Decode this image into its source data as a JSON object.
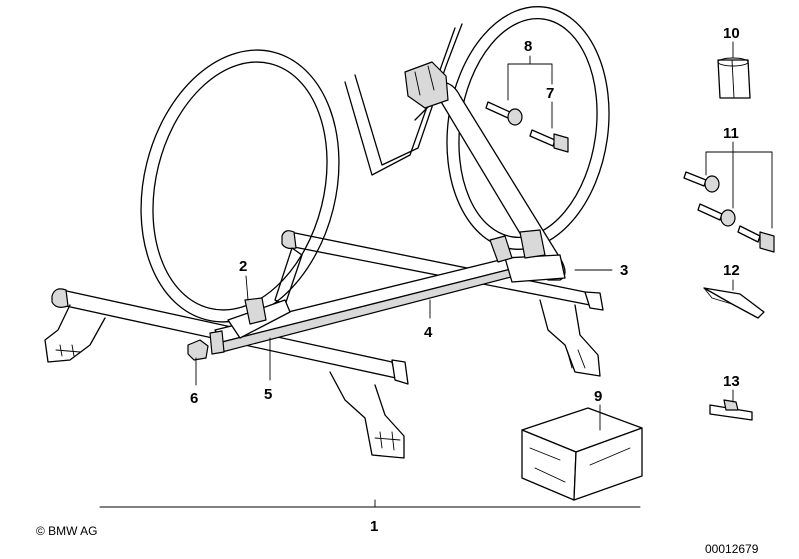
{
  "callouts": {
    "c1": "1",
    "c2": "2",
    "c3": "3",
    "c4": "4",
    "c5": "5",
    "c6": "6",
    "c7": "7",
    "c8": "8",
    "c9": "9",
    "c10": "10",
    "c11": "11",
    "c12": "12",
    "c13": "13"
  },
  "footer": {
    "copyright": "© BMW AG",
    "drawing_number": "00012679"
  }
}
